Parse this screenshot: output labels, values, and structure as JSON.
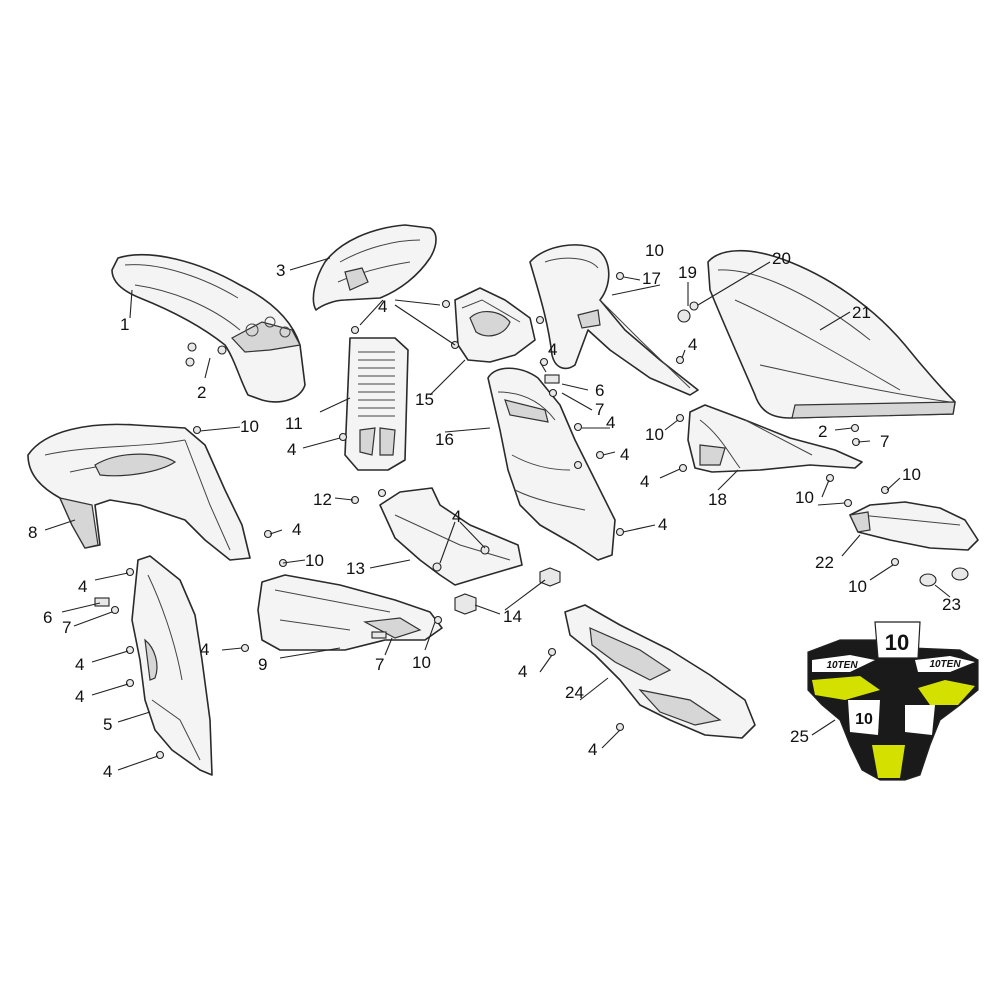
{
  "callouts": {
    "p1": "1",
    "p2a": "2",
    "p2b": "2",
    "p3": "3",
    "p4a": "4",
    "p4b": "4",
    "p4c": "4",
    "p4d": "4",
    "p4e": "4",
    "p4f": "4",
    "p4g": "4",
    "p4h": "4",
    "p4i": "4",
    "p4j": "4",
    "p4k": "4",
    "p4l": "4",
    "p4m": "4",
    "p4n": "4",
    "p4o": "4",
    "p4p": "4",
    "p4q": "4",
    "p5": "5",
    "p6a": "6",
    "p6b": "6",
    "p7a": "7",
    "p7b": "7",
    "p7c": "7",
    "p7d": "7",
    "p8": "8",
    "p9": "9",
    "p10a": "10",
    "p10b": "10",
    "p10c": "10",
    "p10d": "10",
    "p10e": "10",
    "p10f": "10",
    "p10g": "10",
    "p10h": "10",
    "p11": "11",
    "p12": "12",
    "p13": "13",
    "p14": "14",
    "p15": "15",
    "p16": "16",
    "p17": "17",
    "p18": "18",
    "p19": "19",
    "p20": "20",
    "p21": "21",
    "p22": "22",
    "p23": "23",
    "p24": "24",
    "p25": "25"
  },
  "decal": {
    "brand_left": "10TEN",
    "brand_right": "10TEN",
    "number": "10",
    "number_side": "10",
    "accent_color": "#d4e000",
    "black": "#111111"
  }
}
